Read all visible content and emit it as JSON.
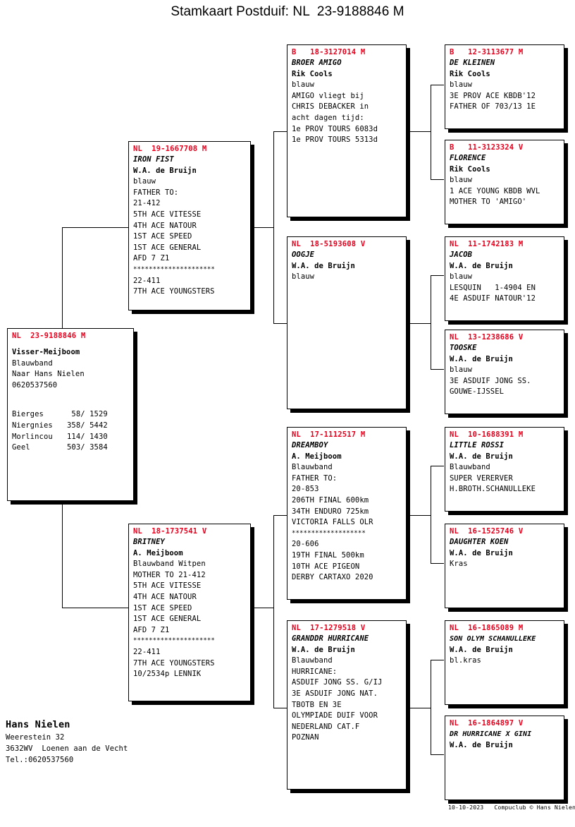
{
  "title": "Stamkaart Postduif: NL  23-9188846 M",
  "colors": {
    "ring_red": "#e8001c",
    "text": "#000000",
    "background": "#ffffff",
    "border": "#000000",
    "shadow": "#000000"
  },
  "subject": {
    "ring": "NL  23-9188846 M",
    "name": "Visser-Meijboom",
    "detail_lines": [
      "Blauwband",
      "Naar Hans Nielen",
      "0620537560"
    ],
    "races": [
      {
        "place_name": "Bierges",
        "result": " 58/ 1529"
      },
      {
        "place_name": "Niergnies",
        "result": "358/ 5442"
      },
      {
        "place_name": "Morlincou",
        "result": "114/ 1430"
      },
      {
        "place_name": "Geel",
        "result": "503/ 3584"
      }
    ]
  },
  "generation1": [
    {
      "id": "sire",
      "ring": "NL  19-1667708 M",
      "name": "IRON FIST",
      "owner": "W.A. de Bruijn",
      "lines": [
        "blauw",
        "FATHER TO:",
        "21-412",
        "5TH ACE VITESSE",
        "4TH ACE NATOUR",
        "1ST ACE SPEED",
        "1ST ACE GENERAL",
        "AFD 7 Z1",
        "*********************",
        "22-411",
        "7TH ACE YOUNGSTERS"
      ]
    },
    {
      "id": "dam",
      "ring": "NL  18-1737541 V",
      "name": "BRITNEY",
      "owner": "A. Meijboom",
      "lines": [
        "Blauwband Witpen",
        "MOTHER TO 21-412",
        "5TH ACE VITESSE",
        "4TH ACE NATOUR",
        "1ST ACE SPEED",
        "1ST ACE GENERAL",
        "AFD 7 Z1",
        "*********************",
        "22-411",
        "7TH ACE YOUNGSTERS",
        "10/2534p LENNIK"
      ]
    }
  ],
  "generation2": [
    {
      "id": "sire-sire",
      "ring": "B   18-3127014 M",
      "name": "BROER AMIGO",
      "owner": "Rik Cools",
      "lines": [
        "blauw",
        "AMIGO vliegt bij",
        "CHRIS DEBACKER in",
        "acht dagen tijd:",
        "1e PROV TOURS 6083d",
        "1e PROV TOURS 5313d"
      ]
    },
    {
      "id": "sire-dam",
      "ring": "NL  18-5193608 V",
      "name": "OOGJE",
      "owner": "W.A. de Bruijn",
      "lines": [
        "blauw"
      ]
    },
    {
      "id": "dam-sire",
      "ring": "NL  17-1112517 M",
      "name": "DREAMBOY",
      "owner": "A. Meijboom",
      "lines": [
        "Blauwband",
        "FATHER TO:",
        "20-853",
        "206TH FINAL 600km",
        "34TH ENDURO 725km",
        "VICTORIA FALLS OLR",
        "*******************",
        "20-606",
        "19TH FINAL 500km",
        "10TH ACE PIGEON",
        "DERBY CARTAXO 2020"
      ]
    },
    {
      "id": "dam-dam",
      "ring": "NL  17-1279518 V",
      "name": "GRANDDR HURRICANE",
      "owner": "W.A. de Bruijn",
      "lines": [
        "Blauwband",
        "HURRICANE:",
        "ASDUIF JONG SS. G/IJ",
        "3E ASDUIF JONG NAT.",
        "TBOTB EN 3E",
        "OLYMPIADE DUIF VOOR",
        "NEDERLAND CAT.F",
        "POZNAN"
      ]
    }
  ],
  "generation3": [
    {
      "id": "ss-sire",
      "ring": "B   12-3113677 M",
      "name": "DE KLEINEN",
      "owner": "Rik Cools",
      "lines": [
        "blauw",
        "3E PROV ACE KBDB'12",
        "FATHER OF 703/13 1E"
      ]
    },
    {
      "id": "ss-dam",
      "ring": "B   11-3123324 V",
      "name": "FLORENCE",
      "owner": "Rik Cools",
      "lines": [
        "blauw",
        "1 ACE YOUNG KBDB WVL",
        "MOTHER TO 'AMIGO'"
      ]
    },
    {
      "id": "sd-sire",
      "ring": "NL  11-1742183 M",
      "name": "JACOB",
      "owner": "W.A. de Bruijn",
      "lines": [
        "blauw",
        "LESQUIN   1-4904 EN",
        "4E ASDUIF NATOUR'12"
      ]
    },
    {
      "id": "sd-dam",
      "ring": "NL  13-1238686 V",
      "name": "TOOSKE",
      "owner": "W.A. de Bruijn",
      "lines": [
        "blauw",
        "3E ASDUIF JONG SS.",
        "GOUWE-IJSSEL"
      ]
    },
    {
      "id": "ds-sire",
      "ring": "NL  10-1688391 M",
      "name": "LITTLE ROSSI",
      "owner": "W.A. de Bruijn",
      "lines": [
        "Blauwband",
        "SUPER VERERVER",
        "H.BROTH.SCHANULLEKE"
      ]
    },
    {
      "id": "ds-dam",
      "ring": "NL  16-1525746 V",
      "name": "DAUGHTER KOEN",
      "owner": "W.A. de Bruijn",
      "lines": [
        "Kras"
      ]
    },
    {
      "id": "dd-sire",
      "ring": "NL  16-1865089 M",
      "name": "SON OLYM SCHANULLEKE",
      "owner": "W.A. de Bruijn",
      "lines": [
        "bl.kras"
      ]
    },
    {
      "id": "dd-dam",
      "ring": "NL  16-1864897 V",
      "name": "DR HURRICANE X GINI",
      "owner": "W.A. de Bruijn",
      "lines": []
    }
  ],
  "footer": {
    "owner_name": "Hans Nielen",
    "address_lines": [
      "Weerestein 32",
      "3632WV  Loenen aan de Vecht",
      "Tel.:0620537560"
    ],
    "credit": "10-10-2023   Compuclub © Hans Nielen"
  }
}
